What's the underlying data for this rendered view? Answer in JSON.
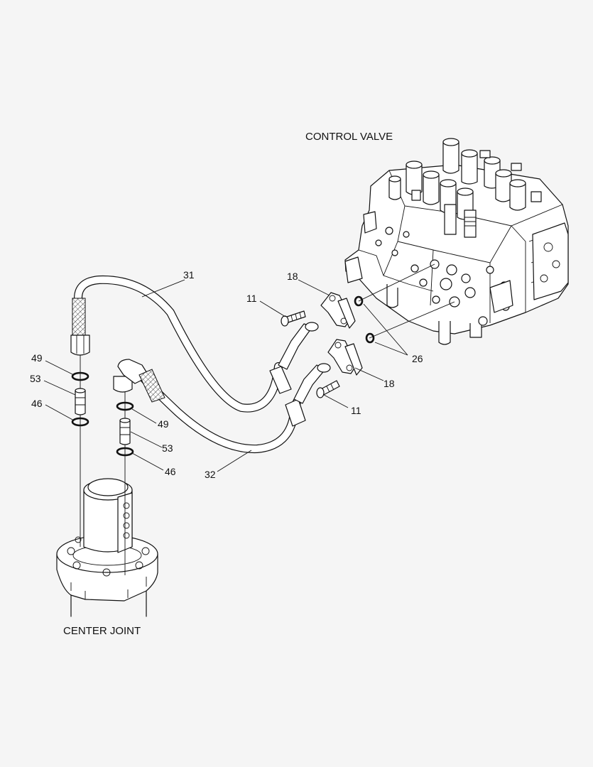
{
  "labels": {
    "control_valve": "CONTROL VALVE",
    "center_joint": "CENTER JOINT"
  },
  "callouts": [
    "31",
    "18",
    "11",
    "26",
    "18",
    "11",
    "49",
    "53",
    "46",
    "49",
    "53",
    "46",
    "32"
  ]
}
